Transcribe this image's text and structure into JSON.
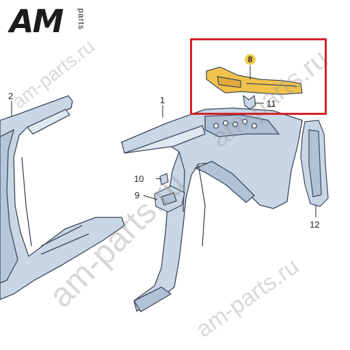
{
  "logo": {
    "main": "AM",
    "sub": "parts"
  },
  "watermark": {
    "text": "am-parts.ru"
  },
  "callouts": {
    "c1": "1",
    "c2": "2",
    "c8": "8",
    "c9": "9",
    "c10": "10",
    "c11": "11",
    "c12": "12"
  },
  "colors": {
    "panel_fill": "#c9d6e6",
    "panel_stroke": "#3a4658",
    "highlight_part": "#f1c24a",
    "highlight_box": "#d4202a"
  }
}
